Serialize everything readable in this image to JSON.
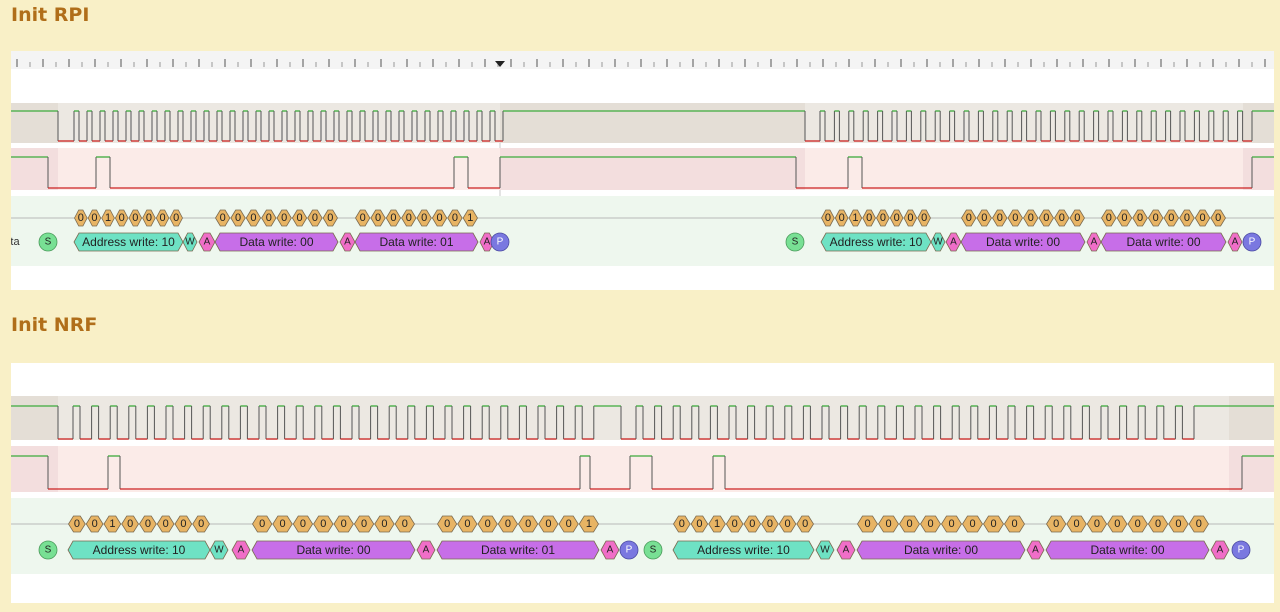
{
  "colors": {
    "background": "#f9f0c7",
    "title": "#b06e1a",
    "scl_band": "#ece8e2",
    "sda_band": "#fbebe8",
    "decode_band": "#eef7ee",
    "wave_high": "#3caa3c",
    "wave_low": "#cc2222",
    "bit": "#e8b464",
    "address": "#6ee2c4",
    "ack": "#f06ec8",
    "data": "#c76ee8",
    "start": "#78e094",
    "stop": "#7a78e0"
  },
  "sections": [
    {
      "title": "Init RPI",
      "channel_label": "ta",
      "frames": [
        {
          "address_label": "Address write: 10",
          "address_bits": [
            "0",
            "0",
            "1",
            "0",
            "0",
            "0",
            "0",
            "0"
          ],
          "rw": "W",
          "ack": "A",
          "bytes": [
            {
              "label": "Data write: 00",
              "bits": [
                "0",
                "0",
                "0",
                "0",
                "0",
                "0",
                "0",
                "0"
              ],
              "ack": "A"
            },
            {
              "label": "Data write: 01",
              "bits": [
                "0",
                "0",
                "0",
                "0",
                "0",
                "0",
                "0",
                "1"
              ],
              "ack": "A"
            }
          ]
        },
        {
          "address_label": "Address write: 10",
          "address_bits": [
            "0",
            "0",
            "1",
            "0",
            "0",
            "0",
            "0",
            "0"
          ],
          "rw": "W",
          "ack": "A",
          "bytes": [
            {
              "label": "Data write: 00",
              "bits": [
                "0",
                "0",
                "0",
                "0",
                "0",
                "0",
                "0",
                "0"
              ],
              "ack": "A"
            },
            {
              "label": "Data write: 00",
              "bits": [
                "0",
                "0",
                "0",
                "0",
                "0",
                "0",
                "0",
                "0"
              ],
              "ack": "A"
            }
          ]
        }
      ],
      "start_label": "S",
      "stop_label": "P"
    },
    {
      "title": "Init NRF",
      "channel_label": "",
      "frames": [
        {
          "address_label": "Address write: 10",
          "address_bits": [
            "0",
            "0",
            "1",
            "0",
            "0",
            "0",
            "0",
            "0"
          ],
          "rw": "W",
          "ack": "A",
          "bytes": [
            {
              "label": "Data write: 00",
              "bits": [
                "0",
                "0",
                "0",
                "0",
                "0",
                "0",
                "0",
                "0"
              ],
              "ack": "A"
            },
            {
              "label": "Data write: 01",
              "bits": [
                "0",
                "0",
                "0",
                "0",
                "0",
                "0",
                "0",
                "1"
              ],
              "ack": "A"
            }
          ]
        },
        {
          "address_label": "Address write: 10",
          "address_bits": [
            "0",
            "0",
            "1",
            "0",
            "0",
            "0",
            "0",
            "0"
          ],
          "rw": "W",
          "ack": "A",
          "bytes": [
            {
              "label": "Data write: 00",
              "bits": [
                "0",
                "0",
                "0",
                "0",
                "0",
                "0",
                "0",
                "0"
              ],
              "ack": "A"
            },
            {
              "label": "Data write: 00",
              "bits": [
                "0",
                "0",
                "0",
                "0",
                "0",
                "0",
                "0",
                "0"
              ],
              "ack": "A"
            }
          ]
        }
      ],
      "start_label": "S",
      "stop_label": "P"
    }
  ]
}
